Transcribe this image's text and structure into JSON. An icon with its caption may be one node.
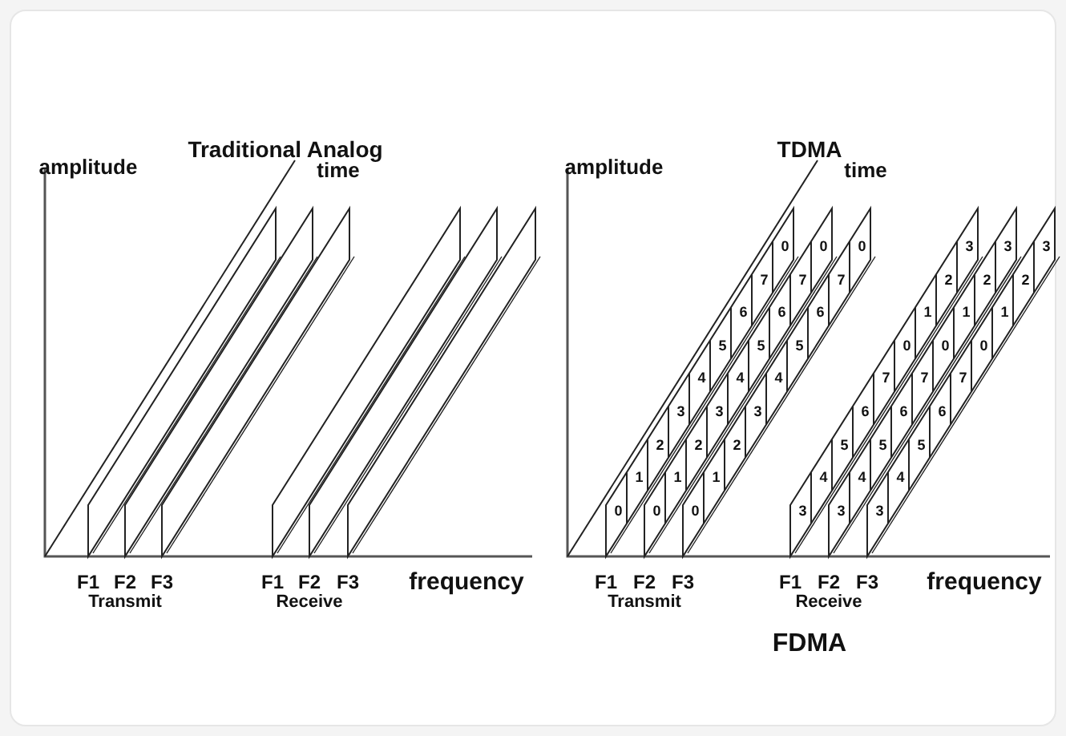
{
  "diagram": {
    "labels": [
      "Traditional Analog",
      "TDMA",
      "amplitude",
      "time",
      "amplitude",
      "time",
      "0",
      "1",
      "2",
      "3",
      "4",
      "5",
      "6",
      "7",
      "0",
      "0",
      "1",
      "2",
      "3",
      "4",
      "5",
      "6",
      "7",
      "0",
      "0",
      "1",
      "2",
      "3",
      "4",
      "5",
      "6",
      "7",
      "0",
      "3",
      "4",
      "5",
      "6",
      "7",
      "0",
      "1",
      "2",
      "3",
      "3",
      "4",
      "5",
      "6",
      "7",
      "0",
      "1",
      "2",
      "3",
      "3",
      "4",
      "5",
      "6",
      "7",
      "0",
      "1",
      "2",
      "3",
      "F1",
      "F2",
      "F3",
      "F1",
      "F2",
      "F3",
      "frequency",
      "Transmit",
      "Receive",
      "F1",
      "F2",
      "F3",
      "F1",
      "F2",
      "F3",
      "frequency",
      "Transmit",
      "Receive",
      "FDMA"
    ]
  }
}
